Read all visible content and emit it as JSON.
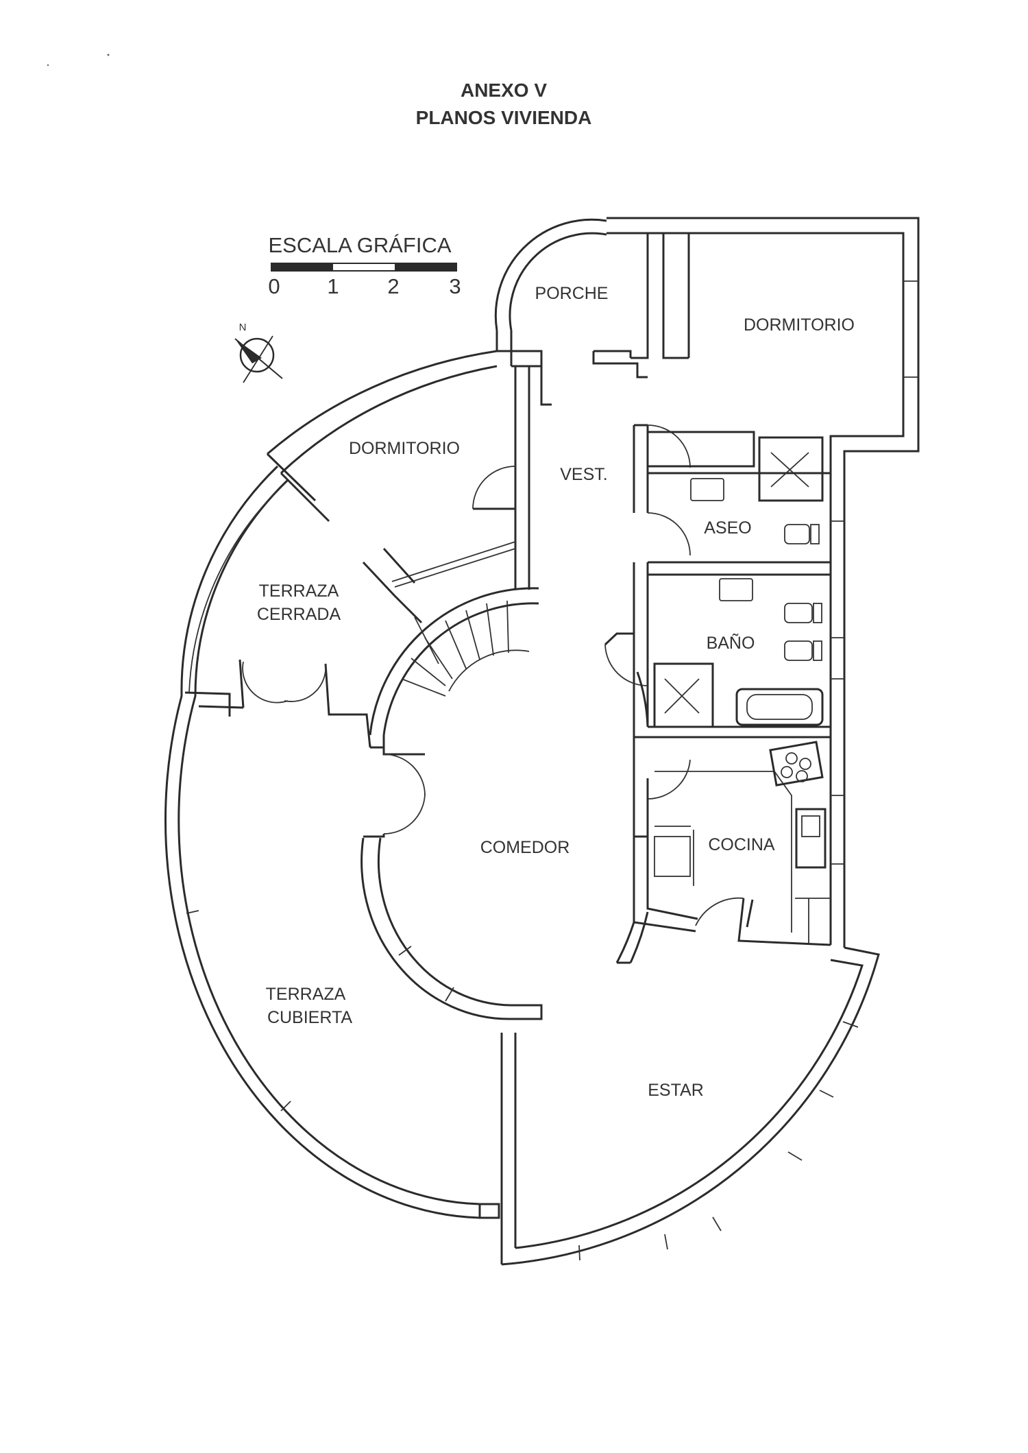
{
  "header": {
    "line1": "ANEXO V",
    "line2": "PLANOS VIVIENDA"
  },
  "scale": {
    "title": "ESCALA GRÁFICA",
    "ticks": [
      "0",
      "1",
      "2",
      "3"
    ]
  },
  "compass": {
    "north": "N"
  },
  "rooms": {
    "porche": "PORCHE",
    "dormitorio_ne": "DORMITORIO",
    "dormitorio_w": "DORMITORIO",
    "vest": "VEST.",
    "aseo": "ASEO",
    "terraza_cerrada_1": "TERRAZA",
    "terraza_cerrada_2": "CERRADA",
    "bano": "BAÑO",
    "cocina": "COCINA",
    "comedor": "COMEDOR",
    "terraza_cubierta_1": "TERRAZA",
    "terraza_cubierta_2": "CUBIERTA",
    "estar": "ESTAR"
  },
  "colors": {
    "ink": "#2b2b2b",
    "paper": "#ffffff"
  }
}
